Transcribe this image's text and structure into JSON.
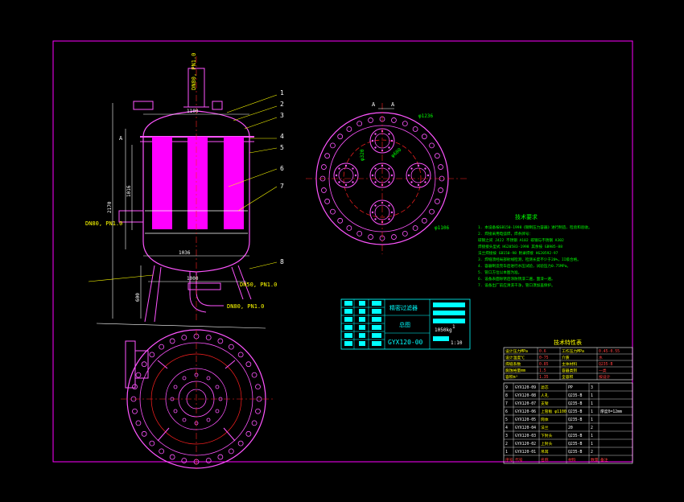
{
  "colors": {
    "background": "#000000",
    "frame": "#ff00ff",
    "vessel": "#ff55ff",
    "cartridge": "#ff00ff",
    "centerline": "#ff2020",
    "dimension": "#ffffff",
    "leader": "#ffff00",
    "note": "#00ff00",
    "table": "#00ffff",
    "table_fill": "#00ffff"
  },
  "nozzle_labels": {
    "top_outlet": "DN80, PN1.0",
    "side_inlet": "DN80, PN1.0",
    "bottom_drain": "DN50, PN1.0",
    "bottom_outlet": "DN80, PN1.0"
  },
  "leader_numbers": [
    "1",
    "2",
    "3",
    "4",
    "5",
    "6",
    "7",
    "8"
  ],
  "section_mark": "A",
  "plan_callouts": [
    "φ1236",
    "φ1106",
    "φ600",
    "φ320"
  ],
  "dimensions": {
    "overall_height": "2170",
    "cartridge_height": "1016",
    "shell_width": "1100",
    "inner_width": "1036",
    "bottom_width": "1000",
    "foot_height": "600"
  },
  "tech_title": "技术要求",
  "tech_notes": [
    "1. 本设备按GB150-1998《钢制压力容器》进行制造、检验和验收。",
    "2. 焊接采用电弧焊，焊条牌号：",
    "   碳钢之间 J422   不锈钢 A102   碳钢与不锈钢 A302",
    "   焊接接头型式 HG20583-1998  其余按 GB985-88",
    "   法兰焊接按 GB150-98 附录焊接  HG20592-97",
    "3. 焊缝须经局部射线检测，检测长度不少于20%，II级合格。",
    "4. 容器制造完毕后进行水压试验，试验压力0.75MPa。",
    "5. 管口方位以本图为准。",
    "6. 设备表面除锈后涂防锈漆二遍，面漆一遍。",
    "7. 设备出厂前应清洗干净，管口须加盖保护。"
  ],
  "title_block": {
    "name": "精密过滤器",
    "view": "总图",
    "code": "GYX120-00",
    "scale": "1:10",
    "weight": "1050kg",
    "sheet": "1"
  },
  "design_table": {
    "title": "技术特性表",
    "rows": [
      [
        "设计压力MPa",
        "0.6",
        "工作压力MPa",
        "0.45-0.55"
      ],
      [
        "设计温度℃",
        "0-75",
        "介质",
        "水"
      ],
      [
        "焊缝系数",
        "0.85",
        "主体材料",
        "Q235-B"
      ],
      [
        "腐蚀裕量mm",
        "1.5",
        "容器类别",
        "一类"
      ],
      [
        "容积m³",
        "1.35",
        "全容积",
        "按设计"
      ]
    ]
  },
  "bom": {
    "rows": [
      [
        "9",
        "GYX120-09",
        "滤芯",
        "PP",
        "3",
        ""
      ],
      [
        "8",
        "GYX120-08",
        "人孔",
        "Q235-B",
        "1",
        ""
      ],
      [
        "7",
        "GYX120-07",
        "支架",
        "Q235-B",
        "1",
        ""
      ],
      [
        "6",
        "GYX120-06",
        "上管板 φ1100",
        "Q235-B",
        "1",
        "厚度δ=12mm"
      ],
      [
        "5",
        "GYX120-05",
        "筒体",
        "Q235-B",
        "1",
        ""
      ],
      [
        "4",
        "GYX120-04",
        "法兰",
        "20",
        "2",
        ""
      ],
      [
        "3",
        "GYX120-03",
        "下封头",
        "Q235-B",
        "1",
        ""
      ],
      [
        "2",
        "GYX120-02",
        "上封头",
        "Q235-B",
        "1",
        ""
      ],
      [
        "1",
        "GYX120-01",
        "吊耳",
        "Q235-B",
        "2",
        ""
      ]
    ],
    "header": [
      "序号",
      "代号",
      "名称",
      "材料",
      "数量",
      "备注"
    ]
  }
}
